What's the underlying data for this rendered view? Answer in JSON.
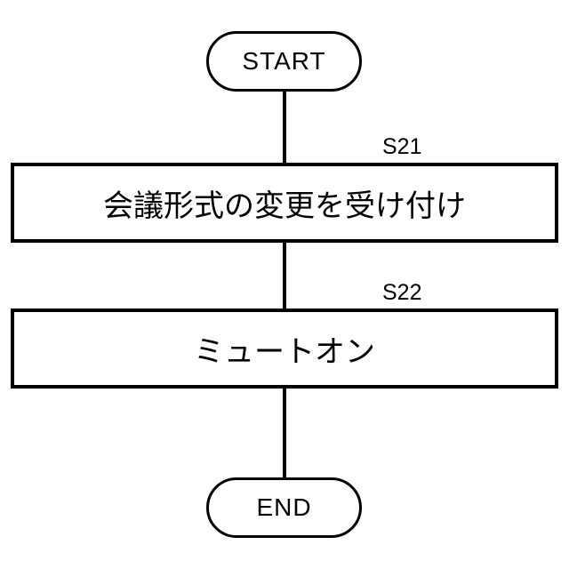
{
  "diagram": {
    "type": "flowchart",
    "background_color": "#ffffff",
    "stroke_color": "#000000",
    "start": {
      "label": "START"
    },
    "end": {
      "label": "END"
    },
    "steps": [
      {
        "id": "S21",
        "text": "会議形式の変更を受け付け"
      },
      {
        "id": "S22",
        "text": "ミュートオン"
      }
    ]
  }
}
